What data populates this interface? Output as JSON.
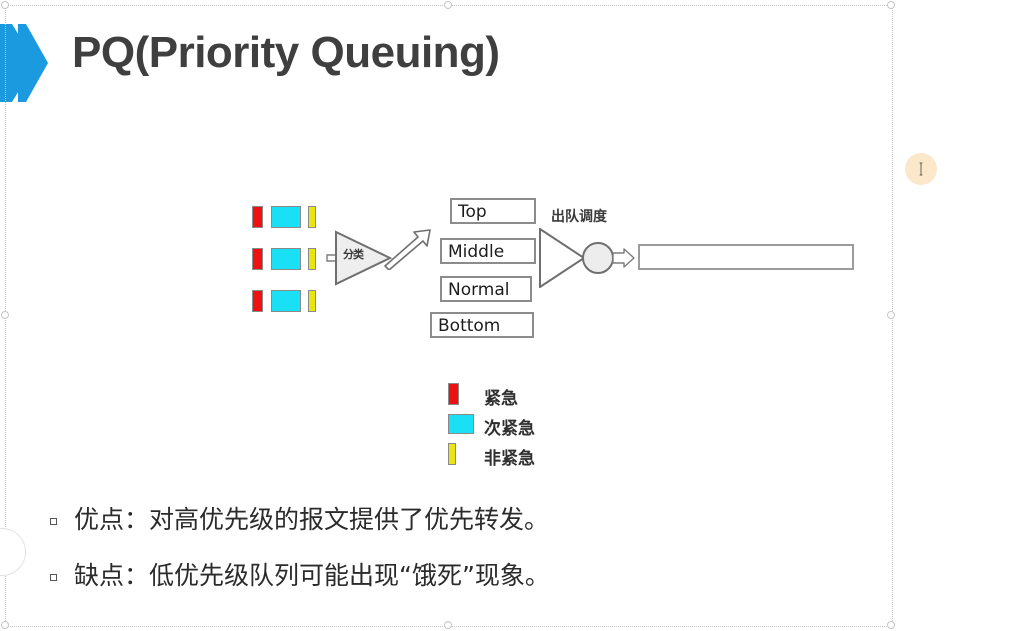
{
  "slide": {
    "title": "PQ(Priority Queuing)",
    "title_color": "#3f3f3f",
    "logo_color": "#1b9ae0",
    "background": "#ffffff"
  },
  "diagram": {
    "name": "priority-queuing-flow",
    "packet_rows": [
      {
        "row": 1,
        "packets": [
          "urgent",
          "sub-urgent",
          "non-urgent"
        ]
      },
      {
        "row": 2,
        "packets": [
          "urgent",
          "sub-urgent",
          "non-urgent"
        ]
      },
      {
        "row": 3,
        "packets": [
          "urgent",
          "sub-urgent",
          "non-urgent"
        ]
      }
    ],
    "classifier_label": "分类",
    "queues": [
      {
        "label": "Top"
      },
      {
        "label": "Middle"
      },
      {
        "label": "Normal"
      },
      {
        "label": "Bottom"
      }
    ],
    "scheduler_label": "出队调度",
    "output_queue_label": ""
  },
  "legend": {
    "items": [
      {
        "color": "#ee1111",
        "shape": "narrow-bar",
        "label": "紧急"
      },
      {
        "color": "#19e0f5",
        "shape": "wide-bar",
        "label": "次紧急"
      },
      {
        "color": "#e9e512",
        "shape": "narrow-bar",
        "label": "非紧急"
      }
    ]
  },
  "bullets": [
    {
      "marker": "square-outline",
      "text": "优点：对高优先级的报文提供了优先转发。"
    },
    {
      "marker": "square-outline",
      "text": "缺点：低优先级队列可能出现“饿死”现象。"
    }
  ],
  "cursor": {
    "icon": "i-beam-text-cursor",
    "highlight_color": "#fae3c0"
  }
}
